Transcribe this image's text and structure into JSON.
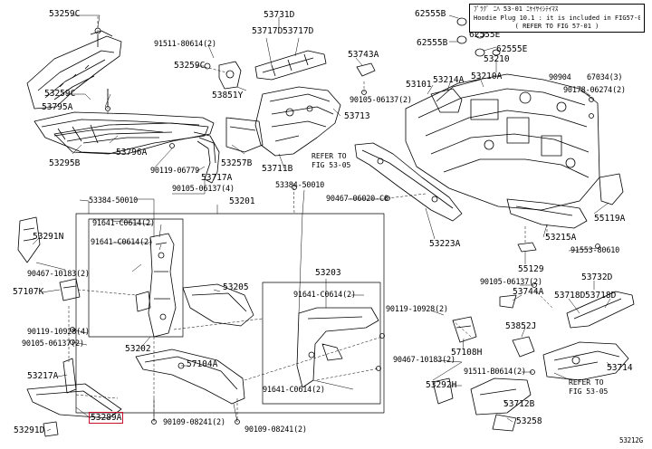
{
  "diagram_code": "53212G",
  "note": {
    "line1": "ﾌﾟﾗｸﾞ  ﾆﾊ 53-01 ﾆｹｲｻｲｼﾃｲﾏｽ",
    "line2": "Hoodie Plug 10.1 : it is included in FIG57-01",
    "line3": "( REFER TO FIG 57-01 )"
  },
  "refer_a": {
    "line1": "REFER TO",
    "line2": "FIG 53-05"
  },
  "refer_b": {
    "line1": "REFER TO",
    "line2": "FIG 53-05"
  },
  "labels": {
    "l53259C_top": "53259C",
    "l53795A": "53795A",
    "l53259C_mid": "53259C",
    "l53295B": "53295B",
    "l53796A": "53796A",
    "l91511_80614": "91511-80614(2)",
    "l53259C_2": "53259C",
    "l53851Y": "53851Y",
    "l53731D": "53731D",
    "l53717D": "53717D",
    "l53717D_b": "53717D",
    "l53743A": "53743A",
    "l53713": "53713",
    "l90105_06137_a": "90105-06137(2)",
    "l53711B": "53711B",
    "l53257B": "53257B",
    "l90119_06779": "90119-06779",
    "l53717A": "53717A",
    "l90105_06137_4": "90105-06137(4)",
    "l53384_50010_a": "53384-50010",
    "l53201": "53201",
    "l53384_50010_b": "53384-50010",
    "l90467_06020": "90467-06020-C0",
    "l62555B": "62555B",
    "l62555E_a": "62555E",
    "l62555E_b": "62555E",
    "l62555B_b": "62555B",
    "l53210": "53210",
    "l53101": "53101",
    "l53214A": "53214A",
    "l53210A": "53210A",
    "l90904_67034": "90904",
    "l67034": "67034(3)",
    "l90178_06274": "90178-06274(2)",
    "l55119A": "55119A",
    "l53223A": "53223A",
    "l53215A": "53215A",
    "l91553_80610": "91553-80610",
    "l55129": "55129",
    "l53291N": "53291N",
    "l90467_10183_2": "90467-10183(2)",
    "l57107K": "57107K",
    "l90119_10928_4": "90119-10928(4)",
    "l90105_06137_2b": "90105-06137(2)",
    "l53217A": "53217A",
    "l53289A": "53289A",
    "l53291D": "53291D",
    "l91641_C0614_2a": "91641-C0614(2)",
    "l91641_C0614_2b": "91641-C0614(2)",
    "l53205": "53205",
    "l53202": "53202",
    "l57104A": "57104A",
    "l90109_08241_a": "90109-08241(2)",
    "l90109_08241_b": "90109-08241(2)",
    "l53203": "53203",
    "l91641_C0614_2c": "91641-C0614(2)",
    "l91641_C0614_2d": "91641-C0614(2)",
    "l90119_10928_2": "90119-10928(2)",
    "l57108H": "57108H",
    "l90467_10183_2b": "90467-10183(2)",
    "l91511_B0614": "91511-B0614(2)",
    "l53292H": "53292H",
    "l53712B": "53712B",
    "l53258": "53258",
    "l90105_06137_2c": "90105-06137(2)",
    "l53744A": "53744A",
    "l53852J": "53852J",
    "l53732D": "53732D",
    "l53718D": "53718D",
    "l53718D_b": "53718D",
    "l53714": "53714"
  },
  "highlight_color": "#c8102e"
}
